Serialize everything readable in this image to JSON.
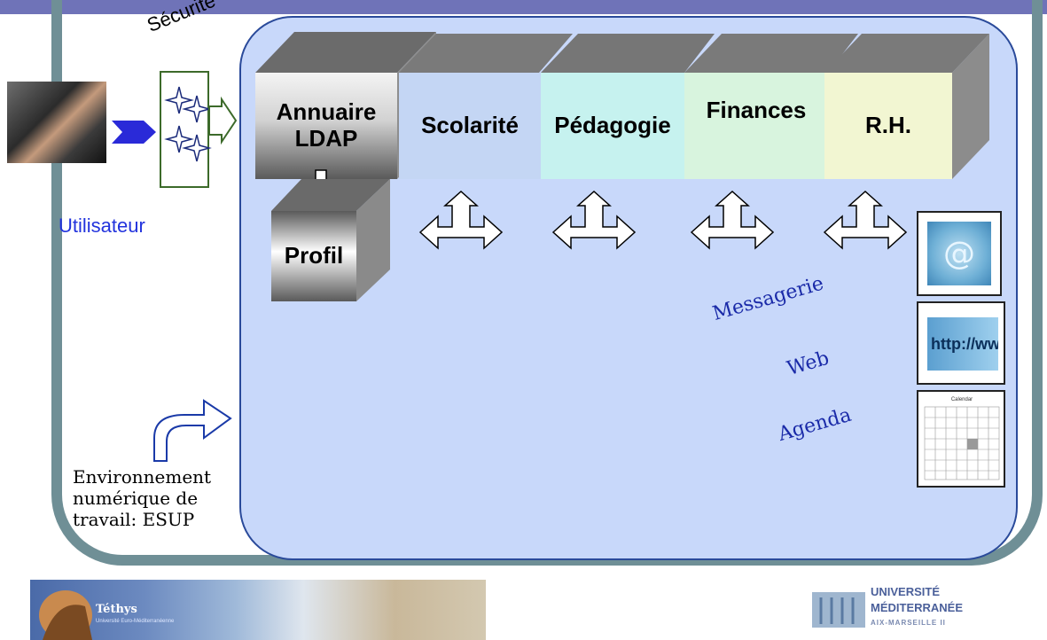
{
  "security": {
    "label": "Sécurité"
  },
  "user": {
    "label": "Utilisateur"
  },
  "environment": {
    "label": "Environnement\nnumérique de\ntravail: ESUP"
  },
  "boxes": {
    "ldap": "Annuaire\nLDAP",
    "scolarite": "Scolarité",
    "pedagogie": "Pédagogie",
    "finances": "Finances",
    "rh": "R.H.",
    "profil": "Profil"
  },
  "services": {
    "messagerie": "Messagerie",
    "web": "Web",
    "agenda": "Agenda"
  },
  "thumbnails": {
    "mail_symbol": "@",
    "http_text": "http://ww",
    "calendar_title": "Calendar"
  },
  "footer": {
    "tethys_title": "Téthys",
    "tethys_subtitle": "Université Euro-Méditerranéenne",
    "univ_line1": "UNIVERSITÉ",
    "univ_line2": "MÉDITERRANÉE",
    "univ_line3": "AIX-MARSEILLE II"
  },
  "colors": {
    "frame": "#6f8f96",
    "top_band": "#6f73b8",
    "ent_area": "#c8d8fa",
    "service_text": "#1a2aa8",
    "user_text": "#2233dd"
  }
}
